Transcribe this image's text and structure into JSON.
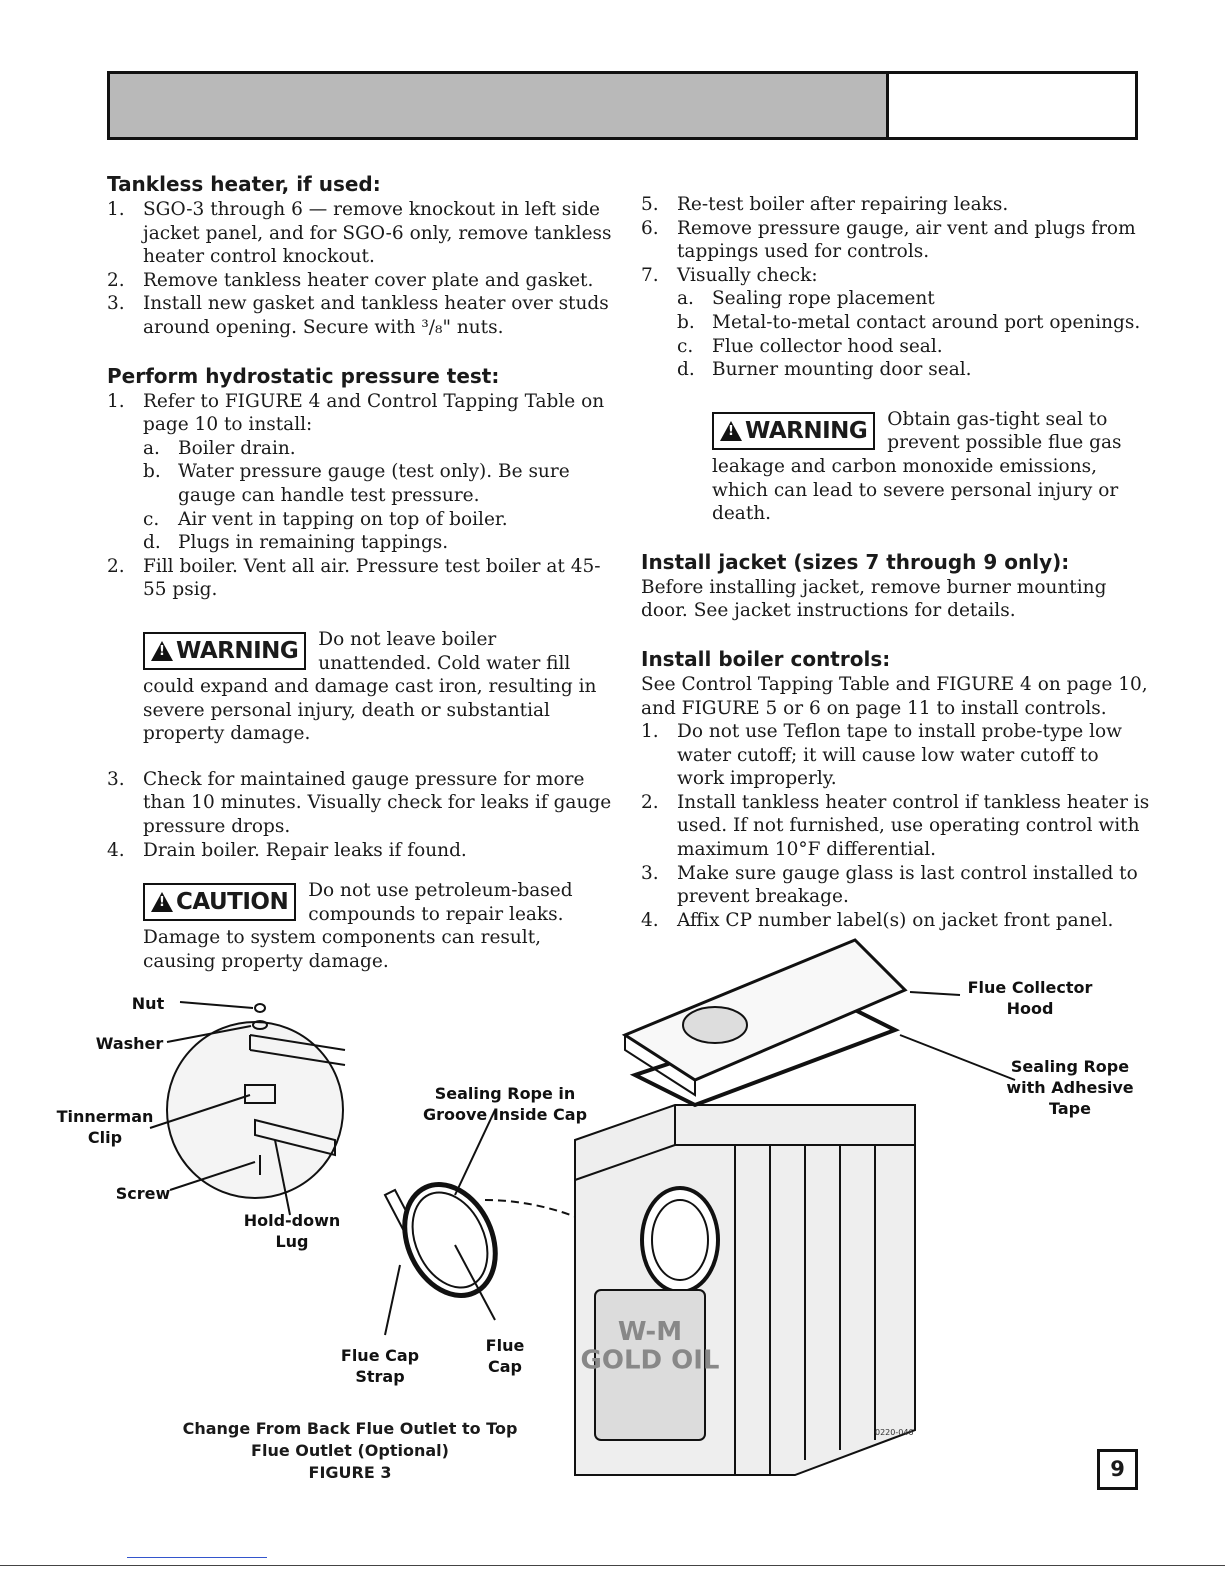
{
  "page": {
    "number": "9"
  },
  "left": {
    "tankless_heading": "Tankless heater, if used:",
    "tankless_steps": [
      {
        "n": "1.",
        "text": "SGO-3 through 6 — remove knockout in left side jacket panel, and for SGO-6 only, remove tankless heater control knockout."
      },
      {
        "n": "2.",
        "text": "Remove tankless heater cover plate and gasket."
      },
      {
        "n": "3.",
        "text": "Install new gasket and tankless heater over studs around opening. Secure with ³/₈\" nuts."
      }
    ],
    "hydro_heading": "Perform hydrostatic pressure test:",
    "hydro_step1": {
      "n": "1.",
      "text": "Refer to FIGURE 4 and Control Tapping Table on page 10 to install:"
    },
    "hydro_step1_subs": [
      {
        "n": "a.",
        "text": "Boiler drain."
      },
      {
        "n": "b.",
        "text": "Water pressure gauge (test only). Be sure gauge can handle test pressure."
      },
      {
        "n": "c.",
        "text": "Air vent in tapping on top of boiler."
      },
      {
        "n": "d.",
        "text": "Plugs in remaining tappings."
      }
    ],
    "hydro_step2": {
      "n": "2.",
      "text": "Fill boiler. Vent all air. Pressure test boiler at 45-55 psig."
    },
    "warning1": {
      "label": "WARNING",
      "text": "Do not leave boiler unattended. Cold water fill could expand and damage cast iron, resulting in severe personal injury, death or substantial property damage."
    },
    "hydro_step3": {
      "n": "3.",
      "text": "Check for maintained gauge pressure for more than 10 minutes. Visually check for leaks if gauge pressure drops."
    },
    "hydro_step4": {
      "n": "4.",
      "text": "Drain boiler. Repair leaks if found."
    },
    "caution1": {
      "label": "CAUTION",
      "text": "Do not use petroleum-based compounds to repair leaks. Damage to system components can result, causing property damage."
    }
  },
  "right": {
    "steps_a": [
      {
        "n": "5.",
        "text": "Re-test boiler after repairing leaks."
      },
      {
        "n": "6.",
        "text": "Remove pressure gauge, air vent and plugs from tappings used for controls."
      },
      {
        "n": "7.",
        "text": "Visually check:"
      }
    ],
    "step7_subs": [
      {
        "n": "a.",
        "text": "Sealing rope placement"
      },
      {
        "n": "b.",
        "text": "Metal-to-metal contact around port openings."
      },
      {
        "n": "c.",
        "text": "Flue collector hood seal."
      },
      {
        "n": "d.",
        "text": "Burner mounting door seal."
      }
    ],
    "warning2": {
      "label": "WARNING",
      "text": "Obtain gas-tight seal to prevent possible flue gas leakage and carbon monoxide emissions, which can lead to severe personal injury or death."
    },
    "jacket_heading": "Install jacket (sizes 7 through 9 only):",
    "jacket_text": "Before installing jacket, remove burner mounting door. See jacket instructions for details.",
    "controls_heading": "Install boiler controls:",
    "controls_intro": "See Control Tapping Table and FIGURE 4 on page 10, and FIGURE 5 or 6 on page 11 to install controls.",
    "controls_steps": [
      {
        "n": "1.",
        "text": "Do not use Teflon tape to install probe-type low water cutoff; it will cause low water cutoff to work improperly."
      },
      {
        "n": "2.",
        "text": "Install tankless heater control if tankless heater is used. If not furnished, use operating control with maximum 10°F differential."
      },
      {
        "n": "3.",
        "text": "Make sure gauge glass is last control installed to prevent breakage."
      },
      {
        "n": "4.",
        "text": "Affix CP number label(s) on jacket front panel."
      }
    ]
  },
  "figure": {
    "labels": {
      "nut": "Nut",
      "washer": "Washer",
      "tinnerman": "Tinnerman\nClip",
      "screw": "Screw",
      "holddown": "Hold-down\nLug",
      "sealing_rope_cap": "Sealing Rope in\nGroove Inside Cap",
      "flue_cap_strap": "Flue Cap\nStrap",
      "flue_cap": "Flue\nCap",
      "flue_collector": "Flue Collector\nHood",
      "sealing_rope_tape": "Sealing Rope\nwith Adhesive\nTape",
      "boiler_brand": "W-M\nGOLD OIL",
      "drawing_code": "0220-046"
    },
    "caption_line1": "Change From Back Flue Outlet to Top",
    "caption_line2": "Flue Outlet (Optional)",
    "caption_line3": "FIGURE 3"
  }
}
